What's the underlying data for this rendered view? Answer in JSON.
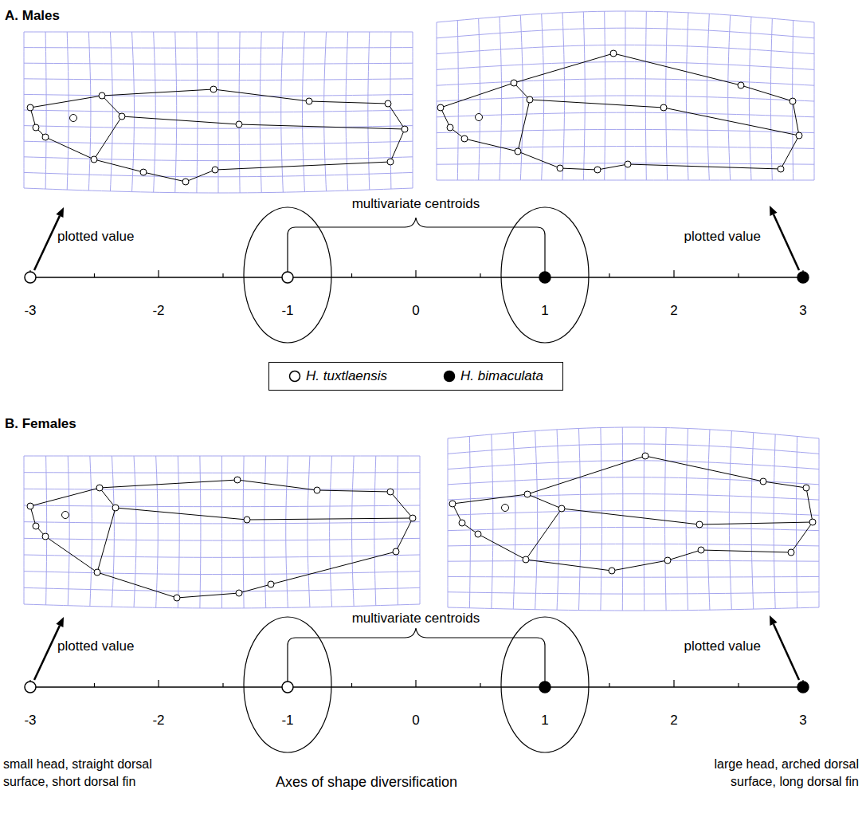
{
  "diagram": {
    "labels": [
      "A. Males",
      "multivariate centroids",
      "plotted value",
      "plotted value",
      "-3",
      "-2",
      "-1",
      "0",
      "1",
      "2",
      "3",
      "B. Females",
      "multivariate centroids",
      "plotted value",
      "plotted value",
      "-3",
      "-2",
      "-1",
      "0",
      "1",
      "2",
      "3",
      "small head, straight dorsal surface, short dorsal fin",
      "Axes of shape diversification",
      "large head, arched dorsal surface, long dorsal fin"
    ],
    "legend": [
      {
        "text": "H. tuxtlaensis"
      },
      {
        "text": "H. bimaculata"
      }
    ]
  }
}
